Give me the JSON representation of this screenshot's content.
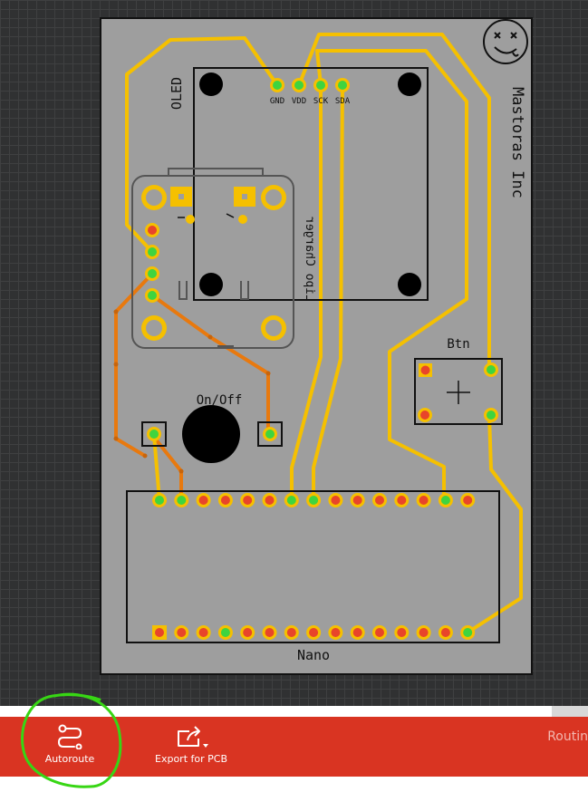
{
  "board": {
    "oled_label": "OLED",
    "oled_pins": [
      "GND",
      "VDD",
      "SCK",
      "SDA"
    ],
    "brand_label": "Mastoras Inc",
    "lipo_label": "Lipo Charger",
    "button_label": "Btn",
    "switch_label": "On/Off",
    "nano_label": "Nano"
  },
  "toolbar": {
    "autoroute_label": "Autoroute",
    "export_label": "Export for PCB",
    "routing_label": "Routin"
  },
  "colors": {
    "trace_yellow": "#f5c000",
    "trace_orange": "#e8790e",
    "board_fill": "#9c9c9c",
    "toolbar_red": "#d93422",
    "highlight_green": "#37d614"
  }
}
